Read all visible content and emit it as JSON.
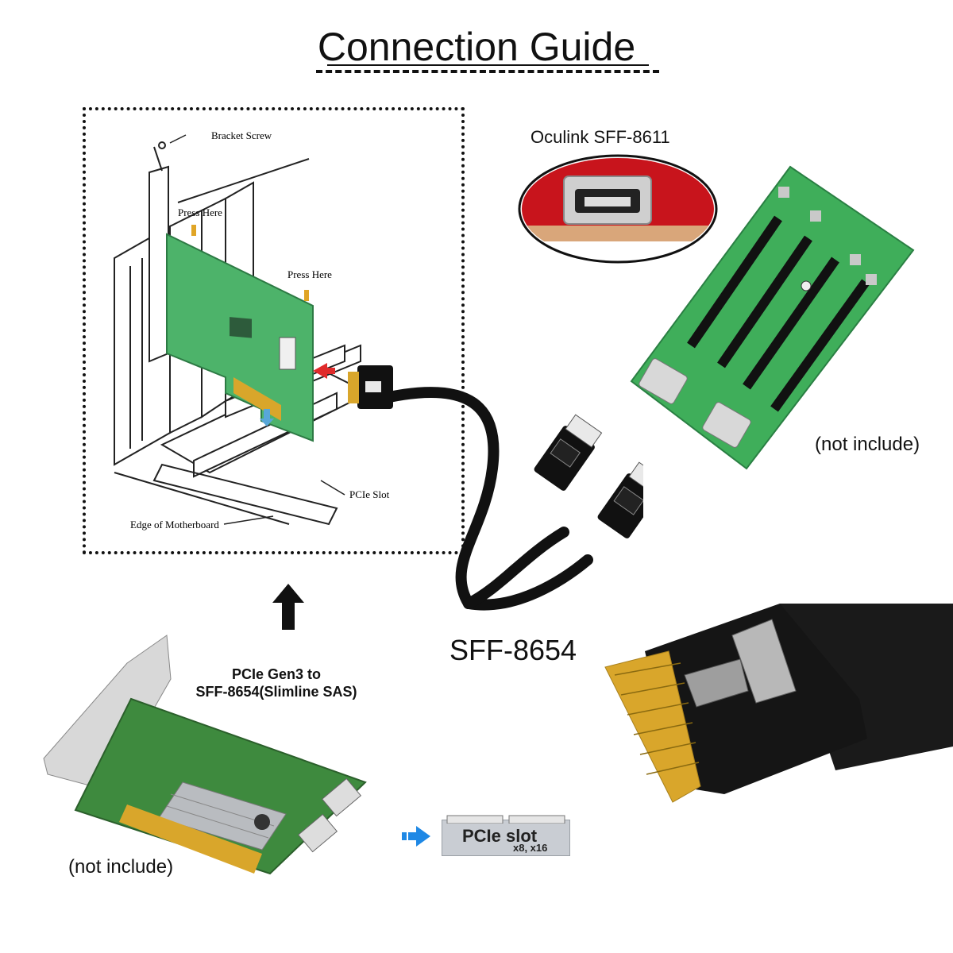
{
  "title": "Connection Guide",
  "install_diagram": {
    "bracket_screw": "Bracket Screw",
    "press_here_1": "Press Here",
    "press_here_2": "Press Here",
    "pcie_slot": "PCIe Slot",
    "edge_of_motherboard": "Edge of Motherboard"
  },
  "oculink_label": "Oculink SFF-8611",
  "cable_label": "SFF-8654",
  "not_include_right": "(not include)",
  "not_include_left": "(not include)",
  "card_label": "PCIe Gen3 to\nSFF-8654(Slimline SAS)",
  "pcie_slot_badge": {
    "main": "PCIe slot",
    "sub": "x8, x16"
  },
  "colors": {
    "pcb_green": "#3fae5a",
    "red_board": "#c8141c",
    "cable_black": "#111111",
    "gold": "#d9a62b",
    "arrow_blue": "#1e88e5"
  }
}
